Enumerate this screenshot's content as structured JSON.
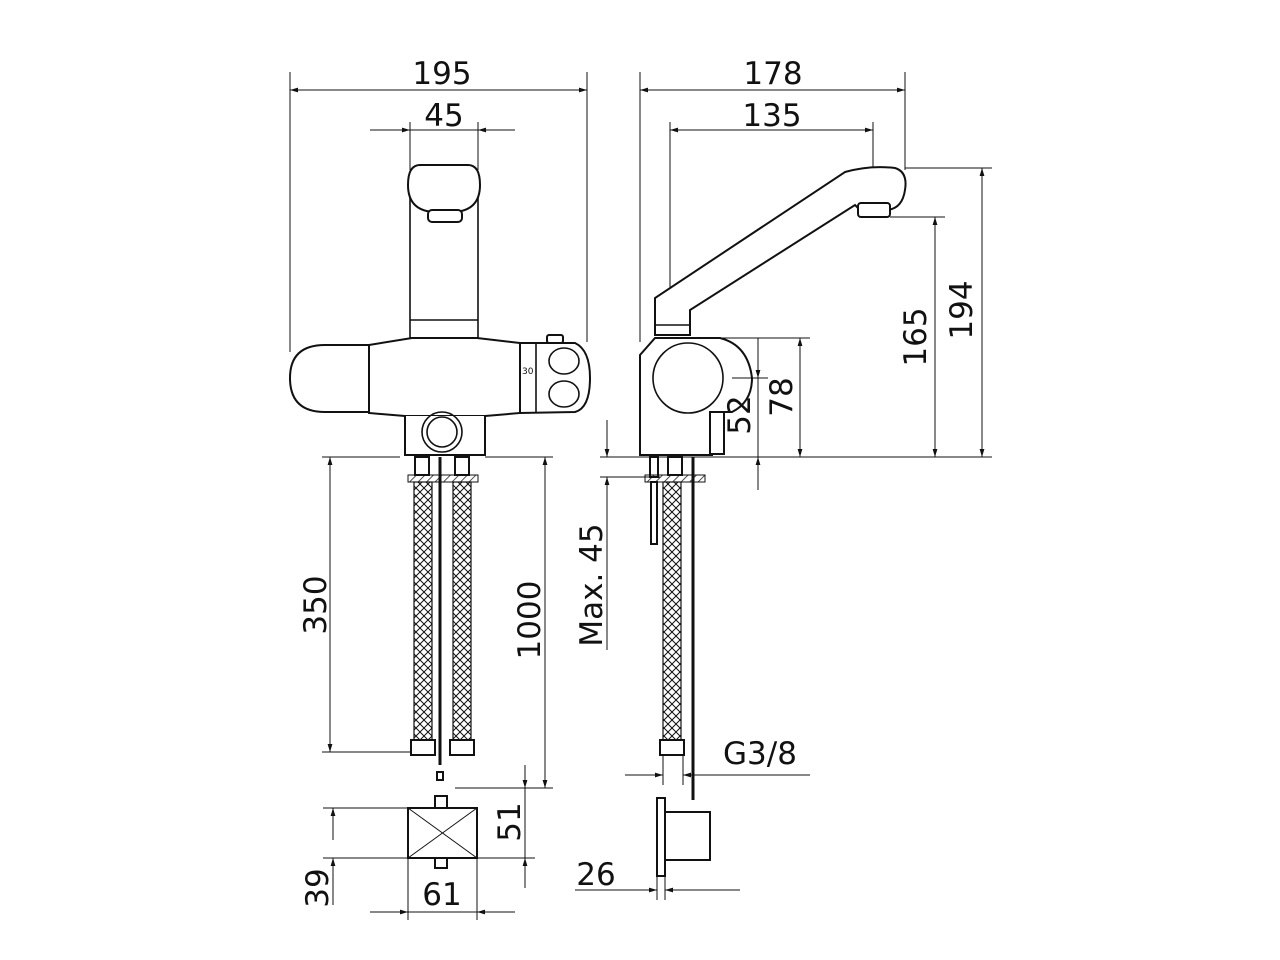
{
  "front_view": {
    "width_total": "195",
    "spout_width": "45",
    "scale_mark": "30",
    "hose_length": "350",
    "cable_length": "1000",
    "box_height": "39",
    "box_offset": "51",
    "box_width": "61"
  },
  "side_view": {
    "depth_total": "178",
    "spout_reach": "135",
    "height_total": "194",
    "spout_height": "165",
    "body_height": "78",
    "lever_height": "52",
    "deck_thickness": "Max. 45",
    "thread": "G3/8",
    "box_depth": "26"
  }
}
